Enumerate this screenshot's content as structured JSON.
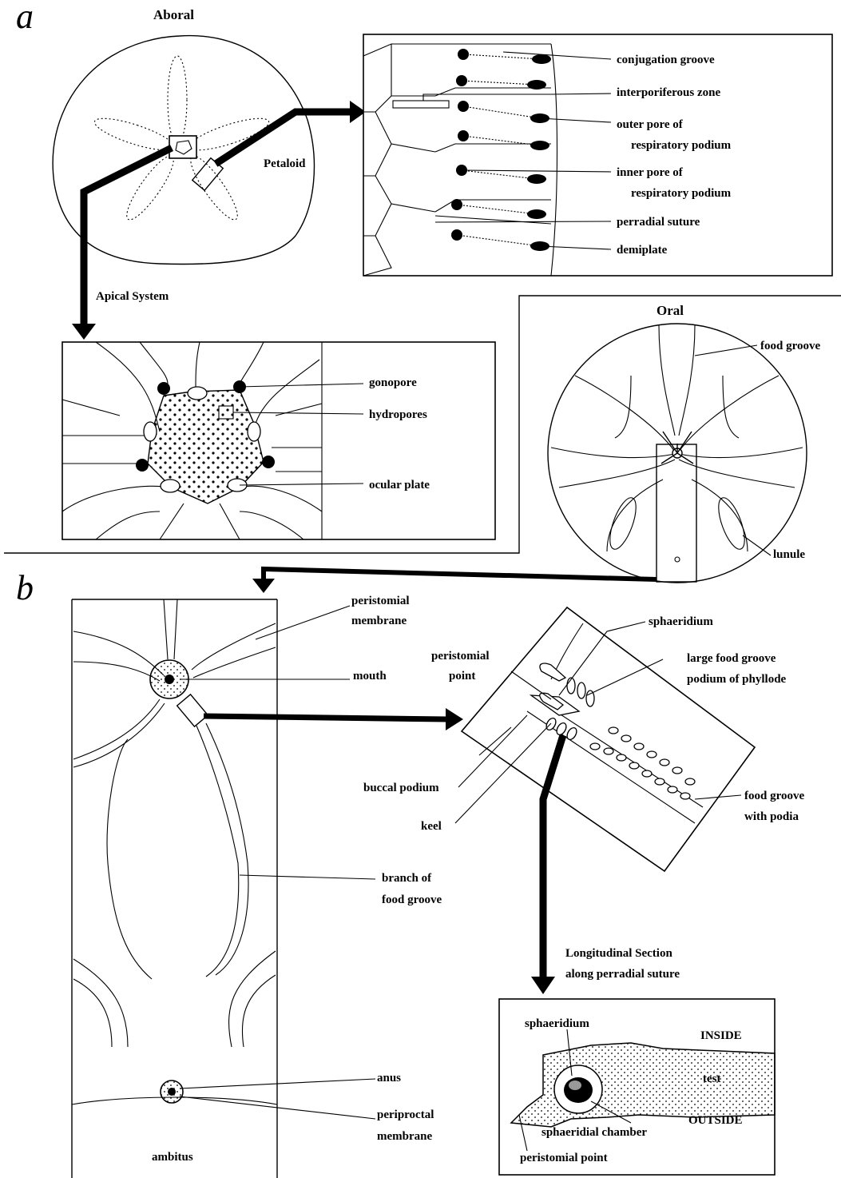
{
  "panels": {
    "a": "a",
    "b": "b"
  },
  "aboral": {
    "title": "Aboral",
    "petaloid": "Petaloid",
    "apical_system": "Apical System"
  },
  "petal_detail": {
    "conjugation_groove": "conjugation groove",
    "interporiferous_zone": "interporiferous zone",
    "outer_pore_1": "outer pore of",
    "outer_pore_2": "respiratory podium",
    "inner_pore_1": "inner pore of",
    "inner_pore_2": "respiratory podium",
    "perradial_suture": "perradial suture",
    "demiplate": "demiplate"
  },
  "apical_detail": {
    "gonopore": "gonopore",
    "hydropores": "hydropores",
    "ocular_plate": "ocular plate"
  },
  "oral": {
    "title": "Oral",
    "food_groove": "food groove",
    "lunule": "lunule"
  },
  "ambulacrum": {
    "peristomial_membrane_1": "peristomial",
    "peristomial_membrane_2": "membrane",
    "mouth": "mouth",
    "branch_1": "branch of",
    "branch_2": "food groove",
    "anus": "anus",
    "periproctal_1": "periproctal",
    "periproctal_2": "membrane",
    "ambitus": "ambitus"
  },
  "phyllode": {
    "sphaeridium": "sphaeridium",
    "peristomial_point_1": "peristomial",
    "peristomial_point_2": "point",
    "large_food_groove_1": "large food groove",
    "large_food_groove_2": "podium of phyllode",
    "buccal_podium": "buccal podium",
    "keel": "keel",
    "food_groove_1": "food groove",
    "food_groove_2": "with podia"
  },
  "section": {
    "title_1": "Longitudinal Section",
    "title_2": "along perradial suture",
    "sphaeridium": "sphaeridium",
    "inside": "INSIDE",
    "test": "test",
    "outside": "OUTSIDE",
    "sphaeridial_chamber": "sphaeridial chamber",
    "peristomial_point": "peristomial point"
  }
}
